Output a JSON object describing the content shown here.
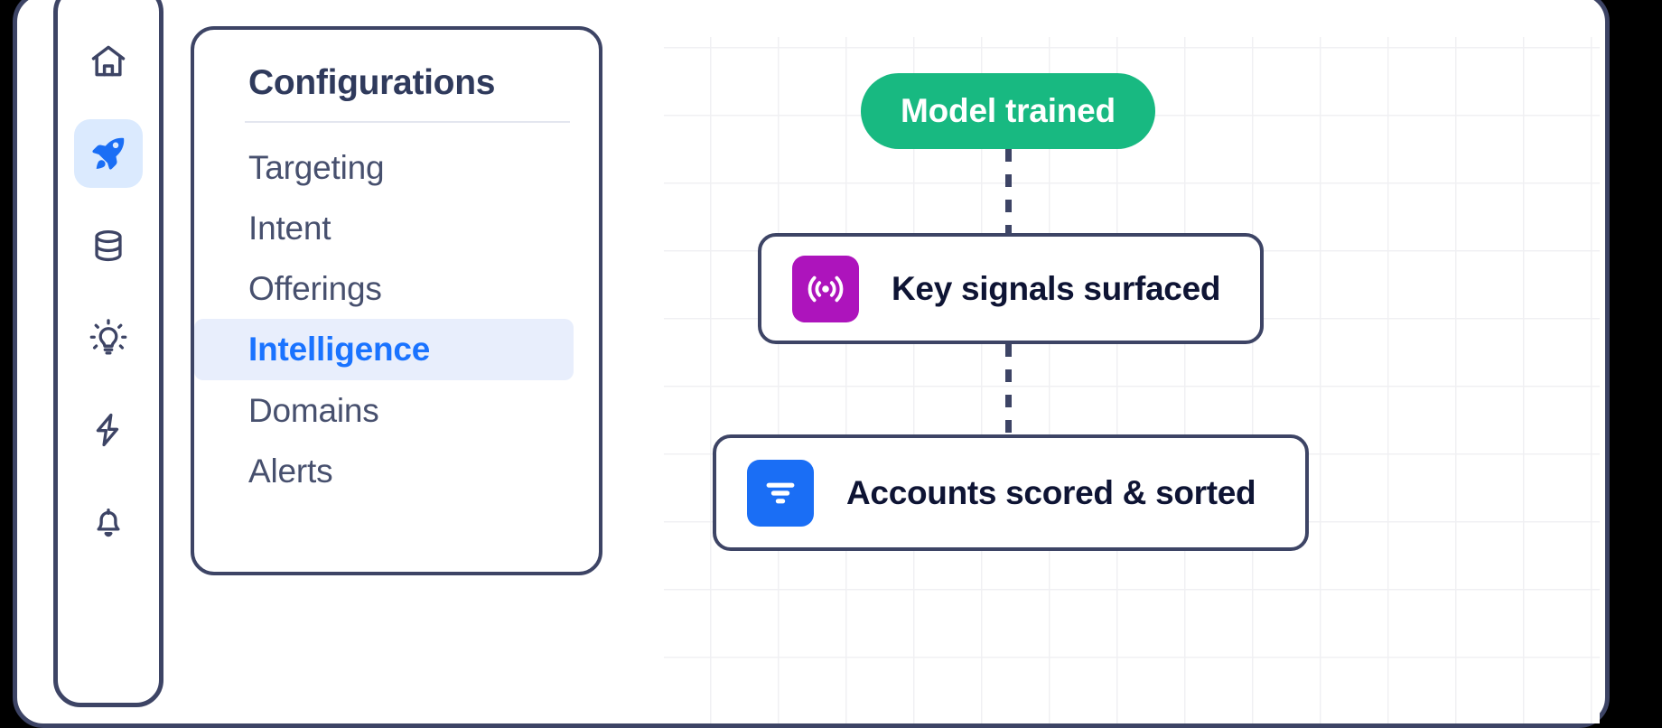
{
  "window": {
    "border_color": "#3d4465",
    "background": "#ffffff"
  },
  "sidebar": {
    "items": [
      {
        "icon": "home-icon",
        "name": "home",
        "active": false
      },
      {
        "icon": "rocket-icon",
        "name": "campaigns",
        "active": true
      },
      {
        "icon": "database-icon",
        "name": "data",
        "active": false
      },
      {
        "icon": "lightbulb-icon",
        "name": "insights",
        "active": false
      },
      {
        "icon": "bolt-icon",
        "name": "automations",
        "active": false
      },
      {
        "icon": "bell-icon",
        "name": "notifications",
        "active": false
      }
    ],
    "active_bg": "#dbeafe",
    "icon_color": "#3d4465",
    "active_icon_color": "#1a6ef5"
  },
  "config_panel": {
    "title": "Configurations",
    "items": [
      {
        "label": "Targeting",
        "active": false
      },
      {
        "label": "Intent",
        "active": false
      },
      {
        "label": "Offerings",
        "active": false
      },
      {
        "label": "Intelligence",
        "active": true
      },
      {
        "label": "Domains",
        "active": false
      },
      {
        "label": "Alerts",
        "active": false
      }
    ],
    "active_color": "#1a73ff",
    "active_bg": "#e8eefc",
    "text_color": "#47506e"
  },
  "flow": {
    "grid_color": "#f0f0f3",
    "connector_color": "#3d4465",
    "nodes": [
      {
        "id": "model-trained",
        "label": "Model trained",
        "style": "pill",
        "fill": "#18b981",
        "text_color": "#ffffff",
        "icon": null
      },
      {
        "id": "key-signals-surfaced",
        "label": "Key signals surfaced",
        "style": "card",
        "fill": "#ffffff",
        "text_color": "#0e1434",
        "icon": "signal-broadcast-icon",
        "icon_bg": "#ad14bc"
      },
      {
        "id": "accounts-scored-sorted",
        "label": "Accounts scored & sorted",
        "style": "card",
        "fill": "#ffffff",
        "text_color": "#0e1434",
        "icon": "filter-sort-icon",
        "icon_bg": "#1a6ef5"
      }
    ]
  }
}
